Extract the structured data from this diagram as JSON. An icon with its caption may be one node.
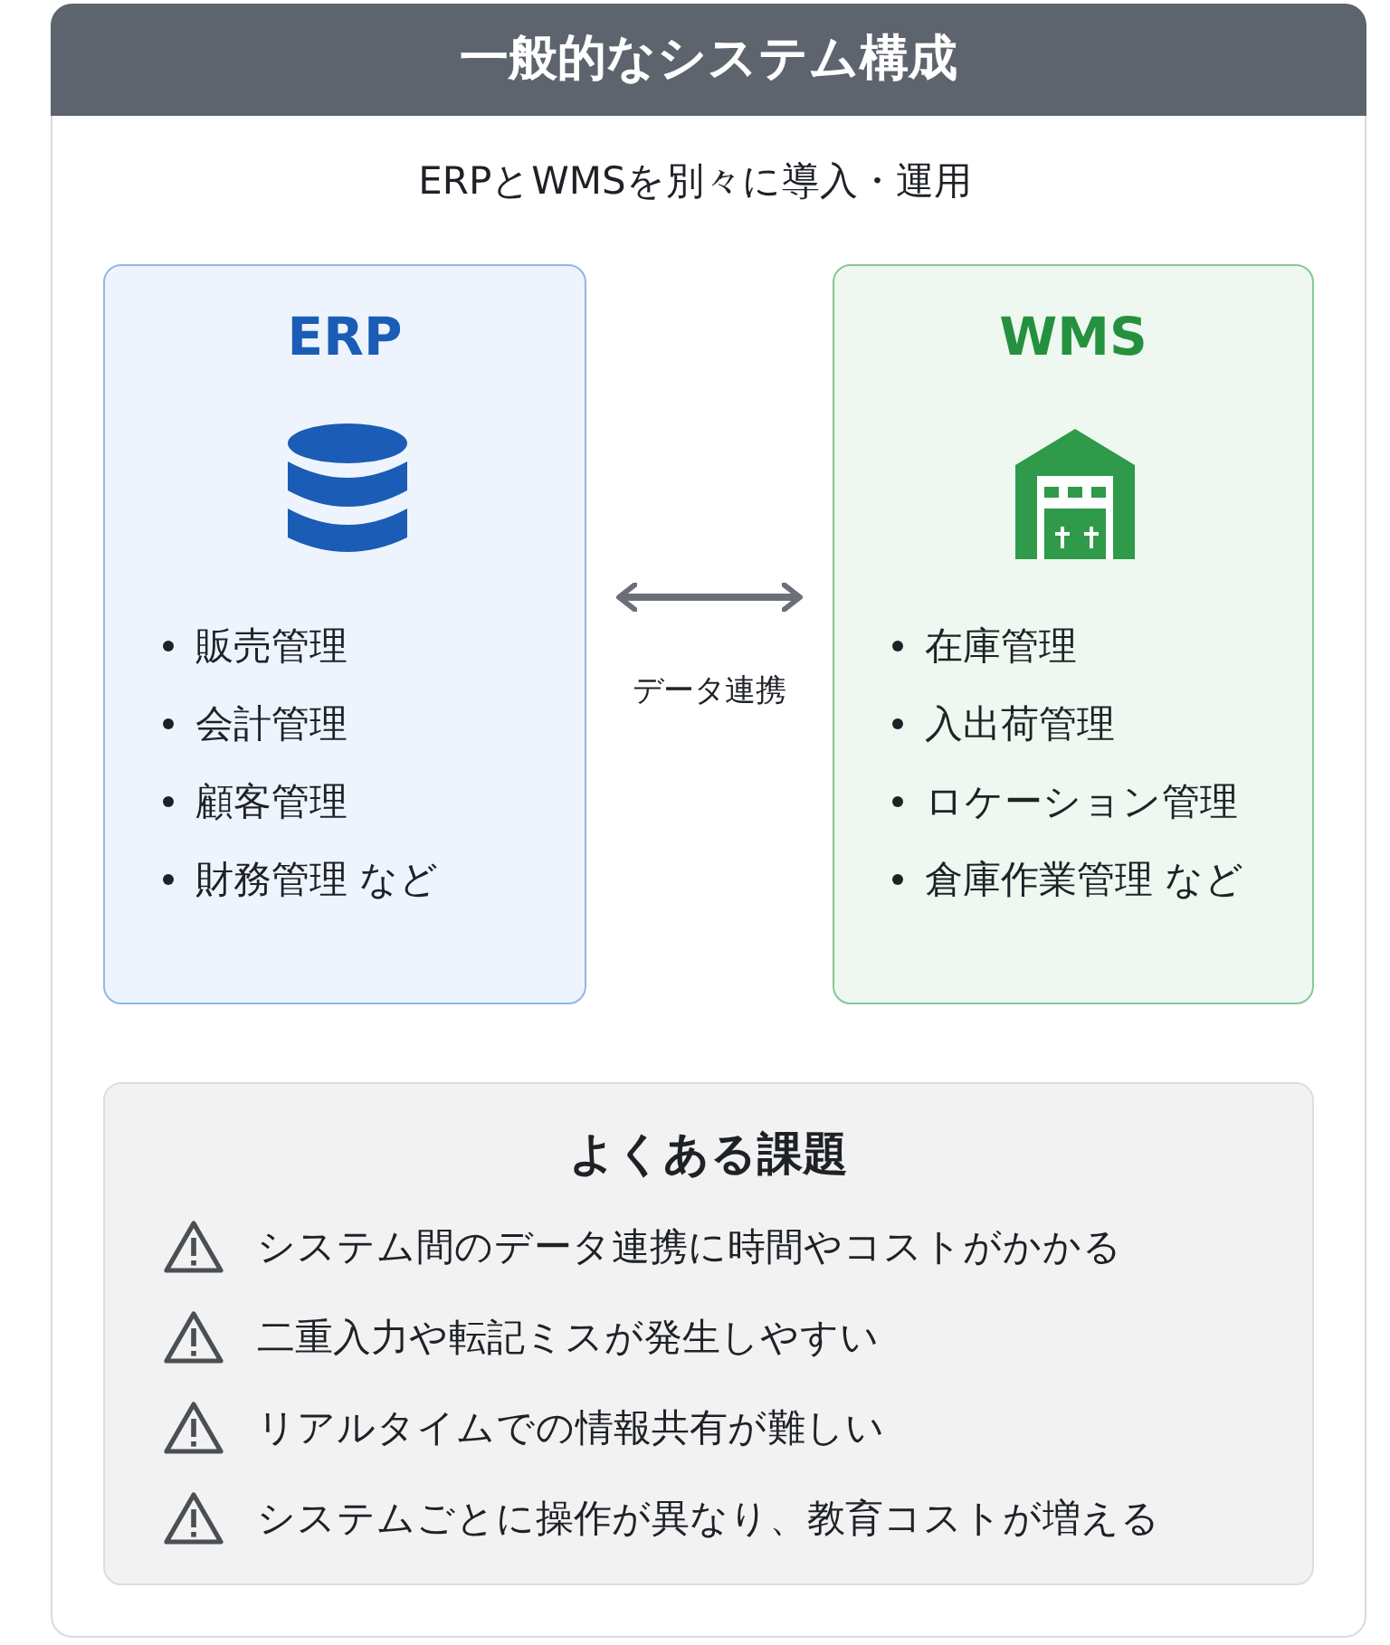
{
  "diagram": {
    "title": "一般的なシステム構成",
    "nodes": [
      {
        "text": [
          "ERP",
          "販売管理",
          "会計管理",
          "顧客管理",
          "財務管理 など"
        ]
      },
      {
        "text": [
          "WMS",
          "在庫管理",
          "入出荷管理",
          "ロケーション管理",
          "倉庫作業管理 など"
        ]
      },
      {
        "text": [
          "よくある課題",
          "システム間のデータ連携に時間やコストがかかる",
          "二重入力や転記ミスが発生しやすい",
          "リアルタイムでの情報共有が難しい",
          "システムごとに操作が異なり、教育コストが増える"
        ]
      }
    ],
    "edges": [
      {
        "from": 0,
        "to": 1,
        "arrow": "both",
        "label": "データ連携"
      }
    ],
    "labels": [
      "ERPとWMSを別々に導入・運用"
    ]
  }
}
